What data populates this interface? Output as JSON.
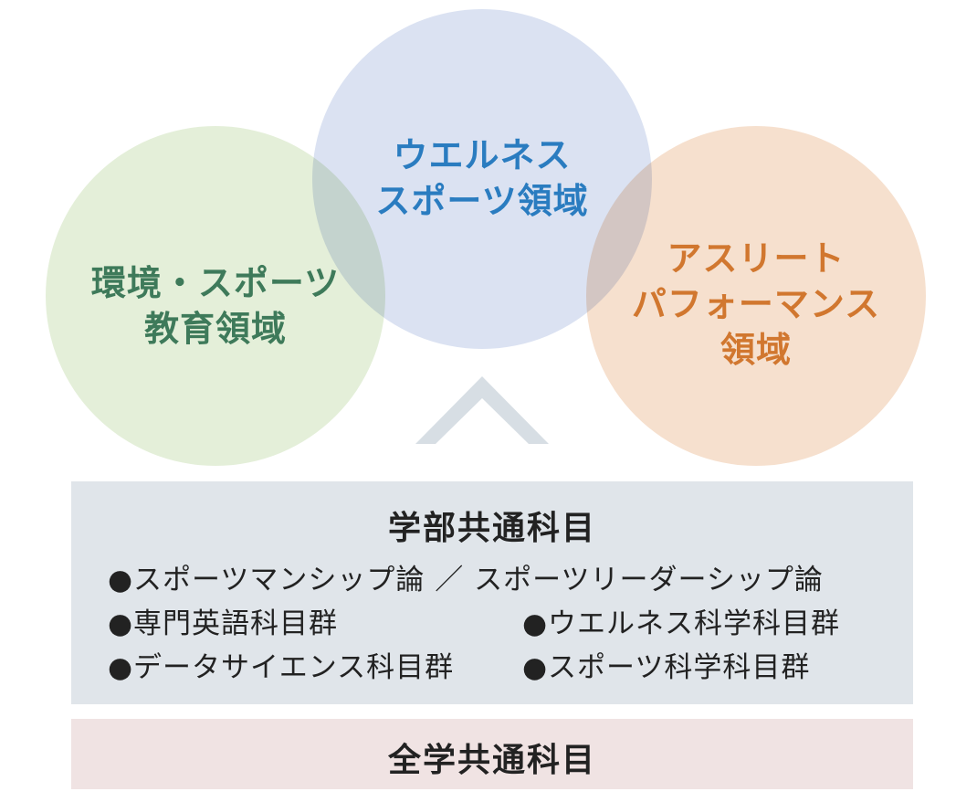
{
  "circles": {
    "green": {
      "lines": [
        "環境・スポーツ",
        "教育領域"
      ],
      "fill_color": "#e4efd9",
      "text_color": "#3e7a5a"
    },
    "blue": {
      "lines": [
        "ウエルネス",
        "スポーツ領域"
      ],
      "fill_color": "#dbe2f2",
      "text_color": "#2a7cc0"
    },
    "orange": {
      "lines": [
        "アスリート",
        "パフォーマンス",
        "領域"
      ],
      "fill_color": "#f6e0ce",
      "text_color": "#d1772f"
    }
  },
  "arrow": {
    "icon": "chevron-up-icon",
    "color": "#d7dee4"
  },
  "faculty_common": {
    "title": "学部共通科目",
    "row1": "●スポーツマンシップ論 ／ スポーツリーダーシップ論",
    "row2_left": "●専門英語科目群",
    "row2_right": "●ウエルネス科学科目群",
    "row3_left": "●データサイエンス科目群",
    "row3_right": "●スポーツ科学科目群",
    "background": "#e0e5ea"
  },
  "university_common": {
    "title": "全学共通科目",
    "background": "#f0e3e3"
  }
}
